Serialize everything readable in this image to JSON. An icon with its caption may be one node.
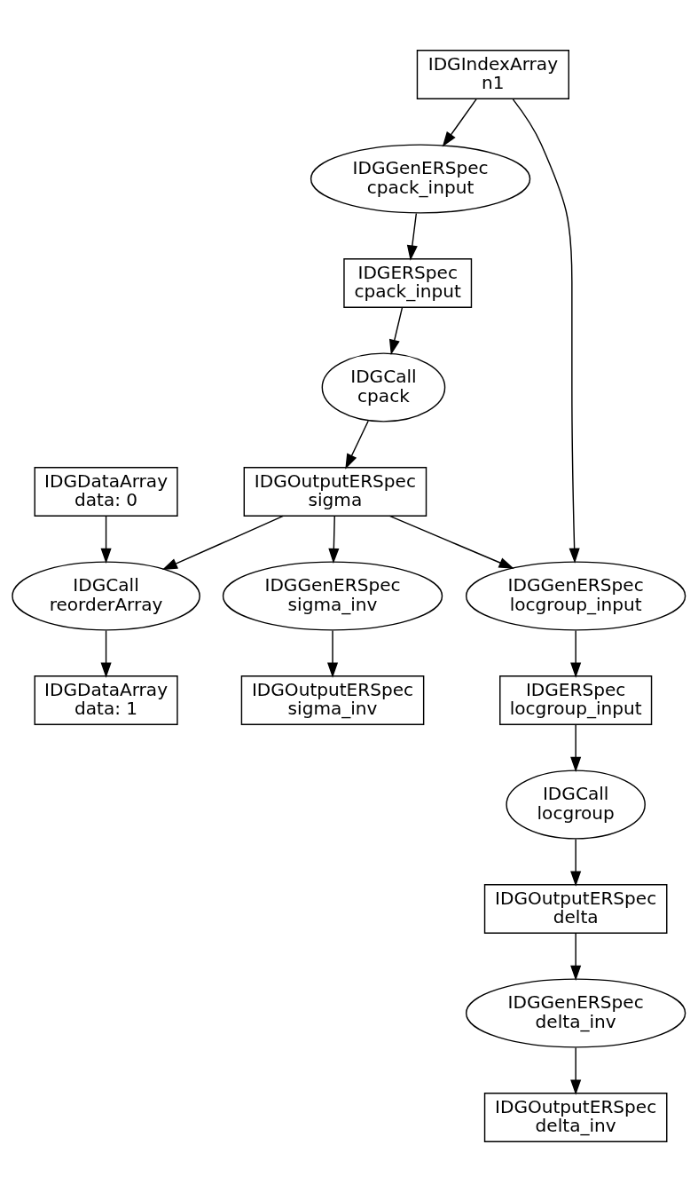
{
  "diagram": {
    "nodes": [
      {
        "text": [
          "IDGIndexArray",
          "n1"
        ]
      },
      {
        "text": [
          "IDGGenERSpec",
          "cpack_input"
        ]
      },
      {
        "text": [
          "IDGERSpec",
          "cpack_input"
        ]
      },
      {
        "text": [
          "IDGCall",
          "cpack"
        ]
      },
      {
        "text": [
          "IDGDataArray",
          "data: 0"
        ]
      },
      {
        "text": [
          "IDGOutputERSpec",
          "sigma"
        ]
      },
      {
        "text": [
          "IDGCall",
          "reorderArray"
        ]
      },
      {
        "text": [
          "IDGGenERSpec",
          "sigma_inv"
        ]
      },
      {
        "text": [
          "IDGGenERSpec",
          "locgroup_input"
        ]
      },
      {
        "text": [
          "IDGDataArray",
          "data: 1"
        ]
      },
      {
        "text": [
          "IDGOutputERSpec",
          "sigma_inv"
        ]
      },
      {
        "text": [
          "IDGERSpec",
          "locgroup_input"
        ]
      },
      {
        "text": [
          "IDGCall",
          "locgroup"
        ]
      },
      {
        "text": [
          "IDGOutputERSpec",
          "delta"
        ]
      },
      {
        "text": [
          "IDGGenERSpec",
          "delta_inv"
        ]
      },
      {
        "text": [
          "IDGOutputERSpec",
          "delta_inv"
        ]
      }
    ],
    "edges": [
      {
        "from": 0,
        "to": 1,
        "arrow": "to"
      },
      {
        "from": 0,
        "to": 8,
        "arrow": "to"
      },
      {
        "from": 1,
        "to": 2,
        "arrow": "to"
      },
      {
        "from": 2,
        "to": 3,
        "arrow": "to"
      },
      {
        "from": 3,
        "to": 5,
        "arrow": "to"
      },
      {
        "from": 4,
        "to": 6,
        "arrow": "to"
      },
      {
        "from": 5,
        "to": 6,
        "arrow": "to"
      },
      {
        "from": 5,
        "to": 7,
        "arrow": "to"
      },
      {
        "from": 5,
        "to": 8,
        "arrow": "to"
      },
      {
        "from": 6,
        "to": 9,
        "arrow": "to"
      },
      {
        "from": 7,
        "to": 10,
        "arrow": "to"
      },
      {
        "from": 8,
        "to": 11,
        "arrow": "to"
      },
      {
        "from": 11,
        "to": 12,
        "arrow": "to"
      },
      {
        "from": 12,
        "to": 13,
        "arrow": "to"
      },
      {
        "from": 13,
        "to": 14,
        "arrow": "to"
      },
      {
        "from": 14,
        "to": 15,
        "arrow": "to"
      }
    ]
  }
}
